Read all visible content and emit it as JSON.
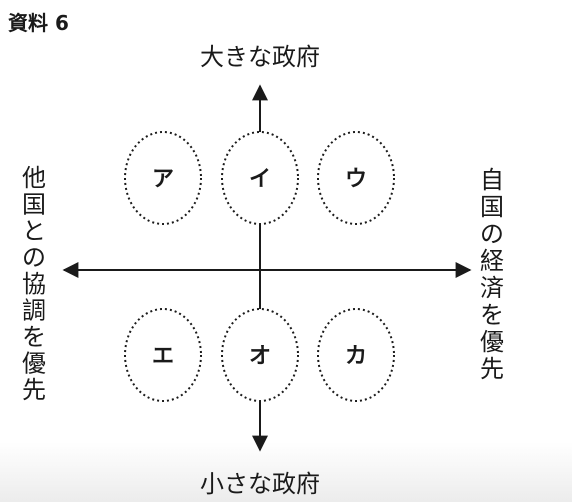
{
  "header": {
    "title": "資料 6"
  },
  "axes": {
    "top": "大きな政府",
    "bottom": "小さな政府",
    "left": "他国との協調を優先",
    "right": "自国の経済を優先"
  },
  "quadrant_labels": [
    "ア",
    "イ",
    "ウ",
    "エ",
    "オ",
    "カ"
  ],
  "colors": {
    "ink": "#1a1a1a",
    "background": "#ffffff"
  }
}
